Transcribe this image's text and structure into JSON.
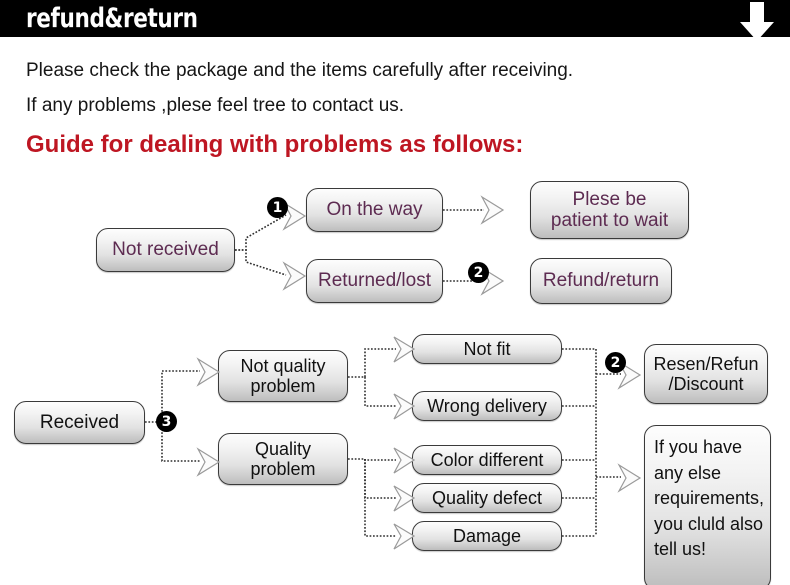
{
  "header": {
    "title": "refund&return",
    "arrow_icon": "down-arrow-icon"
  },
  "intro": {
    "line1": "Please check the package and the items carefully after receiving.",
    "line2": "If any problems ,plese feel tree to contact us.",
    "guide_title": "Guide for dealing with problems as follows:"
  },
  "colors": {
    "header_bg": "#000000",
    "header_text": "#ffffff",
    "guide_red": "#be1622",
    "box_text_purple": "#5d2b51",
    "box_text_dark": "#111111",
    "box_border": "#3a3a3a"
  },
  "flow_not_received": {
    "source": "Not received",
    "badge_1": "1",
    "badge_2": "2",
    "branch_top": "On the way",
    "branch_bottom": "Returned/lost",
    "result_top_line1": "Plese be",
    "result_top_line2": "patient to wait",
    "result_bottom": "Refund/return"
  },
  "flow_received": {
    "source": "Received",
    "badge_3": "3",
    "badge_2": "2",
    "category_1_line1": "Not quality",
    "category_1_line2": "problem",
    "category_2_line1": "Quality",
    "category_2_line2": "problem",
    "issues": [
      "Not fit",
      "Wrong delivery",
      "Color different",
      "Quality defect",
      "Damage"
    ],
    "result_line1": "Resen/Refun",
    "result_line2": "/Discount",
    "note_lines": [
      "If you have",
      "any else",
      "requirements,",
      "you cluld also",
      "tell us!"
    ]
  }
}
